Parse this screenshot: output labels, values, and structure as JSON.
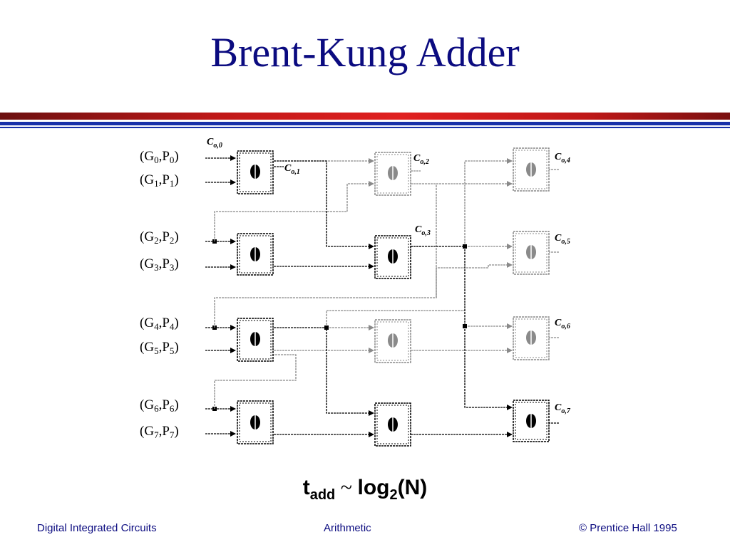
{
  "slide": {
    "title": "Brent-Kung Adder",
    "formula": {
      "t": "t",
      "t_sub": "add",
      "tilde": " ~ ",
      "log": "log",
      "log_sub": "2",
      "arg": "(N)"
    },
    "footer": {
      "left": "Digital Integrated Circuits",
      "center": "Arithmetic",
      "right": "© Prentice Hall 1995"
    }
  },
  "diagram": {
    "inputs": [
      {
        "g": "G",
        "p": "P",
        "idx": "0"
      },
      {
        "g": "G",
        "p": "P",
        "idx": "1"
      },
      {
        "g": "G",
        "p": "P",
        "idx": "2"
      },
      {
        "g": "G",
        "p": "P",
        "idx": "3"
      },
      {
        "g": "G",
        "p": "P",
        "idx": "4"
      },
      {
        "g": "G",
        "p": "P",
        "idx": "5"
      },
      {
        "g": "G",
        "p": "P",
        "idx": "6"
      },
      {
        "g": "G",
        "p": "P",
        "idx": "7"
      }
    ],
    "carries": [
      {
        "c": "C",
        "sub": "o,0"
      },
      {
        "c": "C",
        "sub": "o,1"
      },
      {
        "c": "C",
        "sub": "o,2"
      },
      {
        "c": "C",
        "sub": "o,3"
      },
      {
        "c": "C",
        "sub": "o,4"
      },
      {
        "c": "C",
        "sub": "o,5"
      },
      {
        "c": "C",
        "sub": "o,6"
      },
      {
        "c": "C",
        "sub": "o,7"
      }
    ],
    "colors": {
      "active": "#000000",
      "inactive": "#8a8a8a",
      "title": "#0b0b80"
    }
  }
}
